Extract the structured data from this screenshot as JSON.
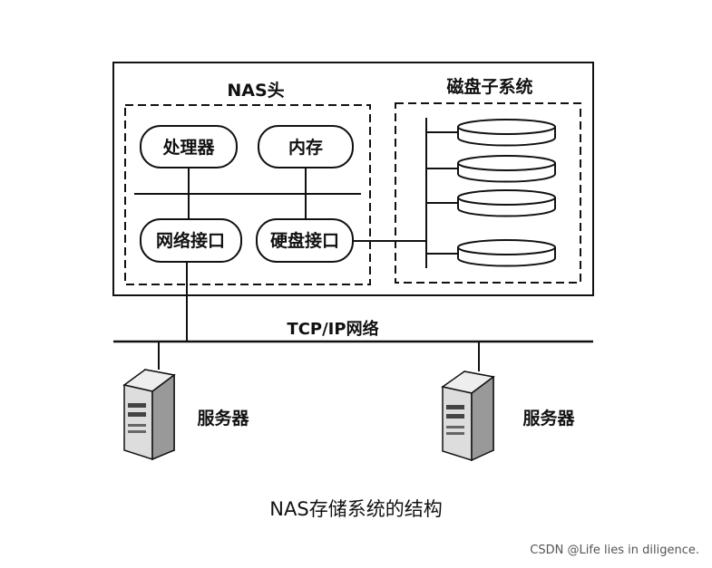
{
  "outer_title": "NAS头",
  "disk_subsystem_title": "磁盘子系统",
  "components": {
    "processor": "处理器",
    "memory": "内存",
    "network_interface": "网络接口",
    "disk_interface": "硬盘接口"
  },
  "network_label": "TCP/IP网络",
  "servers": [
    "服务器",
    "服务器"
  ],
  "caption": "NAS存储系统的结构",
  "watermark": "CSDN @Life lies in diligence."
}
